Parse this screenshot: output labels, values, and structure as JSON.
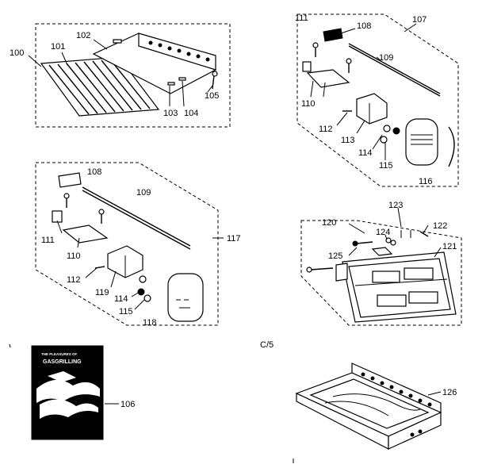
{
  "page_code": "C/5",
  "book": {
    "title_line1": "THE PLEASURES OF",
    "title_line2": "GASGRILLING"
  },
  "callouts": {
    "c100": "100",
    "c101": "101",
    "c102": "102",
    "c103": "103",
    "c104": "104",
    "c105": "105",
    "c106": "106",
    "c107": "107",
    "c108a": "108",
    "c109a": "109",
    "c111a": "111",
    "c110a": "110",
    "c112a": "112",
    "c113": "113",
    "c114a": "114",
    "c115a": "115",
    "c116": "116",
    "c108b": "108",
    "c109b": "109",
    "c117": "117",
    "c111b": "111",
    "c110b": "110",
    "c112b": "112",
    "c119": "119",
    "c114b": "114",
    "c115b": "115",
    "c118": "118",
    "c120": "120",
    "c123": "123",
    "c122": "122",
    "c124": "124",
    "c125": "125",
    "c121": "121",
    "c126": "126"
  }
}
